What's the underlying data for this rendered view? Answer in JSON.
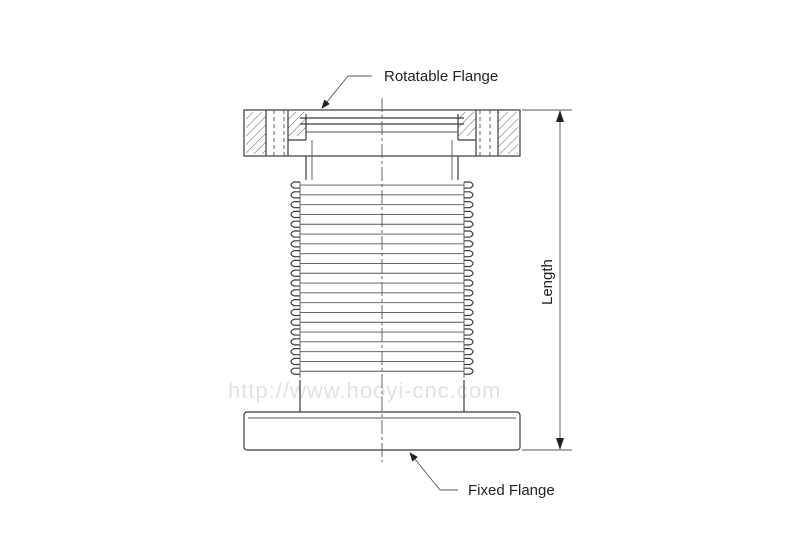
{
  "labels": {
    "rotatable_flange": "Rotatable Flange",
    "fixed_flange": "Fixed Flange",
    "length": "Length"
  },
  "watermark": "http://www.hooyi-cnc.com",
  "colors": {
    "stroke": "#3a3a3a",
    "watermark": "#e2e2e2"
  }
}
